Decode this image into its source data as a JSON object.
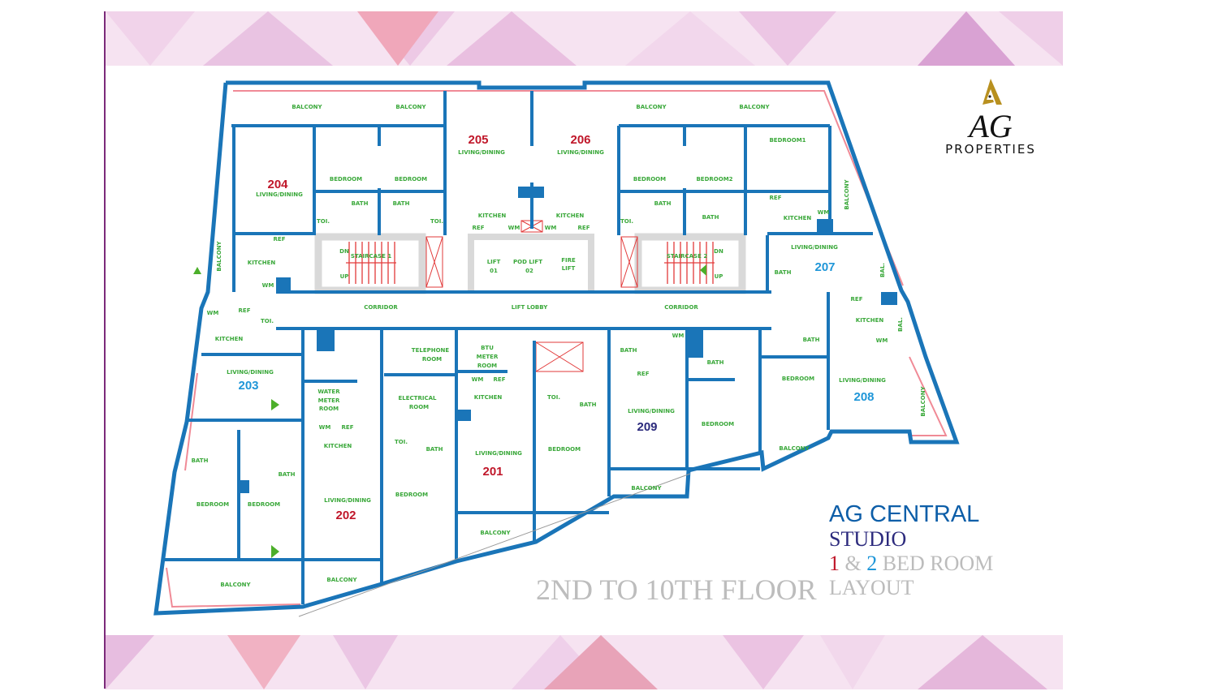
{
  "logo": {
    "brand": "AG",
    "sub": "PROPERTIES"
  },
  "floor_title": "2ND TO 10TH FLOOR",
  "project": {
    "name": "AG CENTRAL",
    "studio": "STUDIO",
    "one": "1",
    "amp": "&",
    "two": "2",
    "bed_room": "BED ROOM",
    "layout": "LAYOUT"
  },
  "units": {
    "u201": "201",
    "u202": "202",
    "u203": "203",
    "u204": "204",
    "u205": "205",
    "u206": "206",
    "u207": "207",
    "u208": "208",
    "u209": "209"
  },
  "labels": [
    "BALCONY",
    "BALCONY",
    "BALCONY",
    "BALCONY",
    "LIVING/DINING",
    "LIVING/DINING",
    "LIVING/DINING",
    "BEDROOM",
    "BEDROOM",
    "BEDROOM",
    "BEDROOM2",
    "BEDROOM1",
    "BATH",
    "BATH",
    "BATH",
    "BATH",
    "BATH",
    "TOI.",
    "TOI.",
    "TOI.",
    "KITCHEN",
    "KITCHEN",
    "KITCHEN",
    "KITCHEN",
    "REF",
    "REF",
    "REF",
    "REF",
    "WM",
    "WM",
    "WM",
    "WM",
    "STAIRCASE 1",
    "STAIRCASE 2",
    "LIFT",
    "01",
    "POD LIFT",
    "02",
    "FIRE",
    "LIFT",
    "BALCONY",
    "BALCONY",
    "BAL.",
    "BAL.",
    "LIVING/DINING",
    "CORRIDOR",
    "LIFT LOBBY",
    "CORRIDOR",
    "WM",
    "REF",
    "KITCHEN",
    "TOI.",
    "LIVING/DINING",
    "WATER",
    "METER",
    "ROOM",
    "TELEPHONE",
    "ROOM",
    "BTU",
    "METER",
    "ROOM",
    "ELECTRICAL",
    "ROOM",
    "WM",
    "REF",
    "KITCHEN",
    "WM",
    "REF",
    "KITCHEN",
    "TOI.",
    "TOI.",
    "BATH",
    "BATH",
    "BATH",
    "BATH",
    "BATH",
    "BATH",
    "BATH",
    "BEDROOM",
    "BEDROOM",
    "BEDROOM",
    "BEDROOM",
    "BEDROOM",
    "BEDROOM",
    "LIVING/DINING",
    "LIVING/DINING",
    "LIVING/DINING",
    "LIVING/DINING",
    "REF",
    "WM",
    "KITCHEN",
    "REF",
    "WM",
    "BALCONY",
    "BALCONY",
    "BALCONY",
    "BALCONY",
    "BALCONY",
    "BALCONY",
    "DN",
    "UP",
    "DN",
    "UP"
  ]
}
